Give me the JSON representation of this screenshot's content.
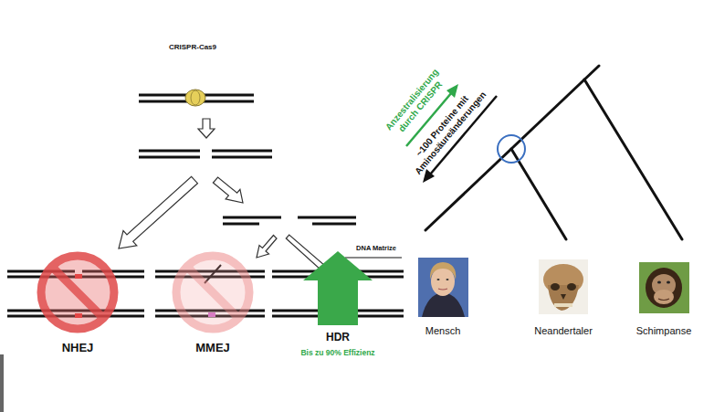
{
  "diagram": {
    "nodes": [
      {
        "text": [
          "Mensch"
        ]
      },
      {
        "text": [
          "Neandertaler"
        ]
      },
      {
        "text": [
          "Schimpanse"
        ]
      }
    ],
    "labels": [
      "CRISPR-Cas9",
      "DNA Matrize",
      "NHEJ",
      "MMEJ",
      "HDR",
      "Bis zu 90% Effizienz",
      "Anzestralisierung durch CRISPR",
      "~100 Proteine mit Aminosäureänderungen"
    ]
  }
}
